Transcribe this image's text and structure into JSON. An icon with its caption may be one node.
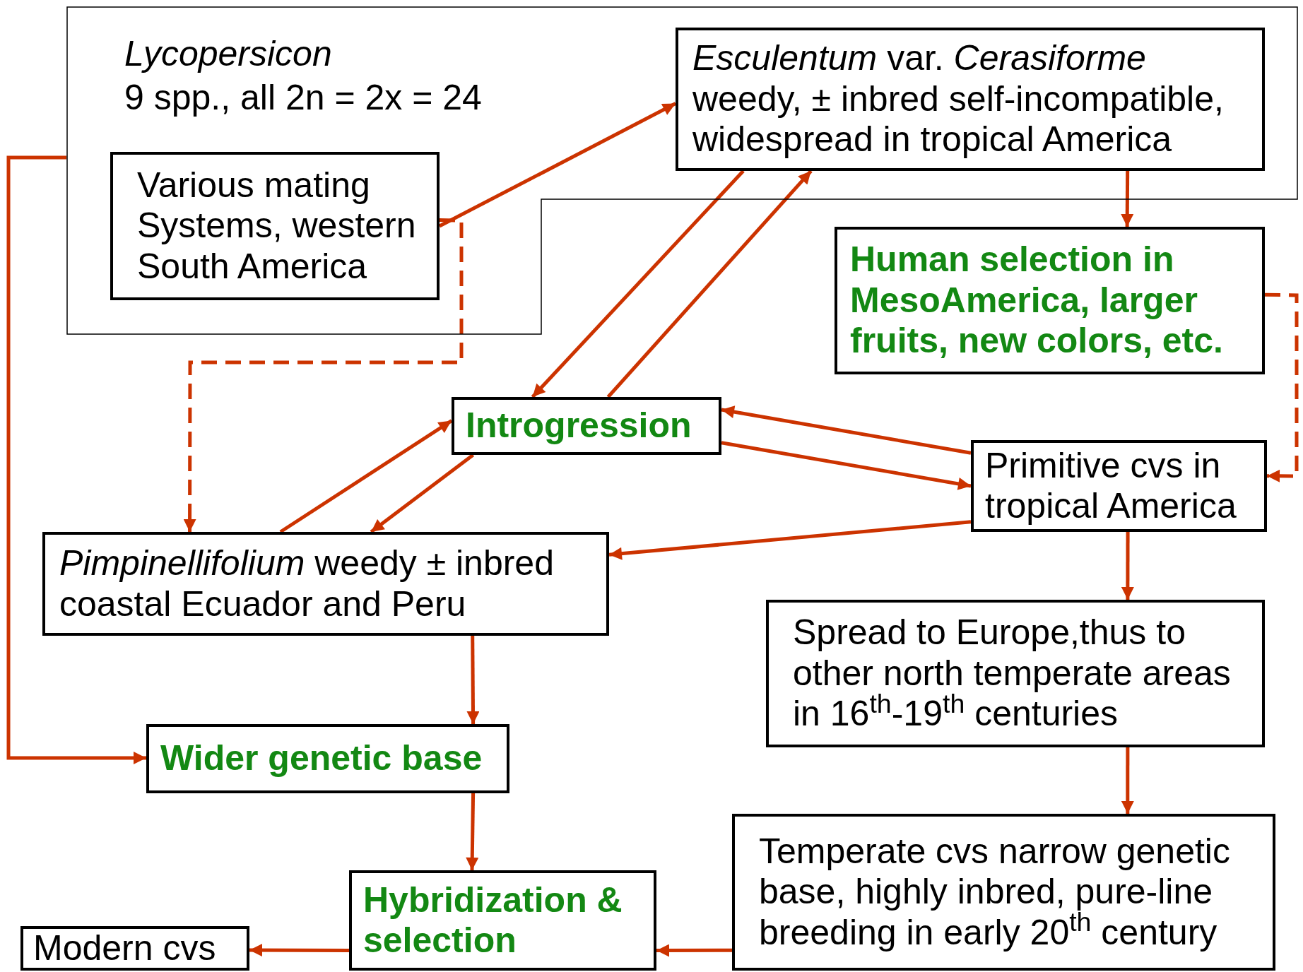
{
  "diagram": {
    "nodes": [
      {
        "text": [
          "Lycopersicon",
          "9 spp., all 2n = 2x = 24"
        ]
      },
      {
        "text": [
          "Various mating Systems, western South America"
        ],
        "in": 0
      },
      {
        "text": [
          "*Esculentum* var. *Cerasiforme*",
          "weedy, ± inbred self-incompatible, widespread in tropical America"
        ],
        "in": 0
      },
      {
        "text": [
          "Human selection in MesoAmerica, larger fruits, new colors, etc."
        ]
      },
      {
        "text": [
          "Introgression"
        ]
      },
      {
        "text": [
          "Primitive cvs in tropical America"
        ]
      },
      {
        "text": [
          "*Pimpinellifolium* weedy ± inbred coastal Ecuador and Peru"
        ]
      },
      {
        "text": [
          "Spread to Europe,thus to other north temperate areas in 16$^{th}$-19$^{th}$ centuries"
        ]
      },
      {
        "text": [
          "Wider genetic base"
        ]
      },
      {
        "text": [
          "Temperate cvs narrow genetic base, highly inbred, pure-line breeding in early 20$^{th}$ century"
        ]
      },
      {
        "text": [
          "Hybridization & selection"
        ]
      },
      {
        "text": [
          "Modern cvs"
        ]
      }
    ],
    "edges": [
      {
        "from": 0,
        "to": 8,
        "arrow": "to"
      },
      {
        "from": 1,
        "to": 2,
        "arrow": "to"
      },
      {
        "from": 1,
        "to": 6,
        "arrow": "to",
        "style": "dashed"
      },
      {
        "from": 2,
        "to": 4,
        "arrow": "to"
      },
      {
        "from": 4,
        "to": 2,
        "arrow": "to"
      },
      {
        "from": 2,
        "to": 3,
        "arrow": "to"
      },
      {
        "from": 3,
        "to": 5,
        "arrow": "to",
        "style": "dashed"
      },
      {
        "from": 5,
        "to": 4,
        "arrow": "to"
      },
      {
        "from": 4,
        "to": 5,
        "arrow": "to"
      },
      {
        "from": 5,
        "to": 6,
        "arrow": "to"
      },
      {
        "from": 6,
        "to": 4,
        "arrow": "to"
      },
      {
        "from": 4,
        "to": 6,
        "arrow": "to"
      },
      {
        "from": 6,
        "to": 8,
        "arrow": "to"
      },
      {
        "from": 5,
        "to": 7,
        "arrow": "to"
      },
      {
        "from": 7,
        "to": 9,
        "arrow": "to"
      },
      {
        "from": 8,
        "to": 10,
        "arrow": "to"
      },
      {
        "from": 9,
        "to": 10,
        "arrow": "to"
      },
      {
        "from": 10,
        "to": 11,
        "arrow": "to"
      }
    ]
  }
}
